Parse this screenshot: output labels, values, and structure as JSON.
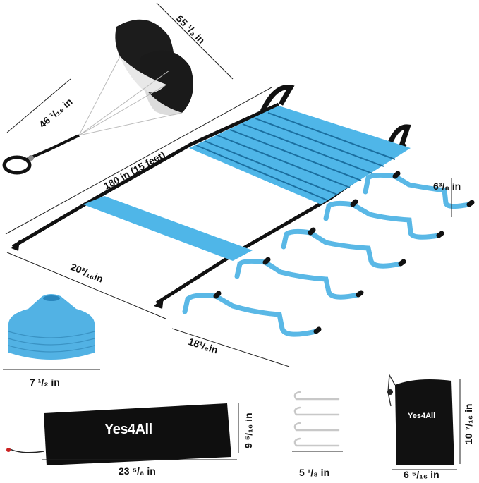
{
  "brand": {
    "name": "Yes4All"
  },
  "dimensions": {
    "parachute_width": "55 ¹/₂ in",
    "parachute_length": "46 ¹/₁₆ in",
    "ladder_length": "180 in (15 feet)",
    "ladder_width": "20³/₁₆in",
    "hurdle_height": "6³/₈ in",
    "hurdle_width": "18¹/₈in",
    "cone_diameter": "7 ¹/₂ in",
    "bag_width": "23 ⁵/₈ in",
    "bag_height": "9 ⁵/₁₆ in",
    "stake_height": "5 ¹/₈ in",
    "pouch_height": "10 ⁷/₁₆ in",
    "pouch_width": "6 ⁵/₁₆ in"
  },
  "colors": {
    "ladder_blue": "#4fb6e8",
    "hurdle_blue": "#5ab8e6",
    "cone_blue": "#52b2e4",
    "black": "#111111",
    "canopy_white": "#f2f2f2"
  }
}
